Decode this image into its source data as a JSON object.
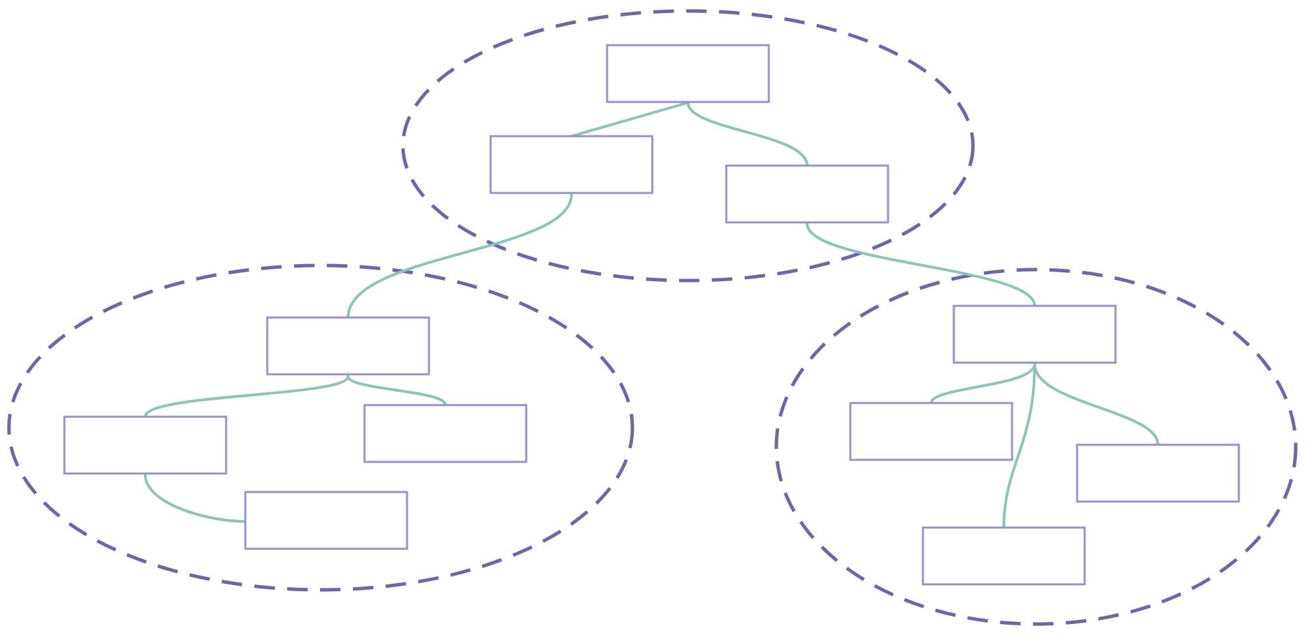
{
  "colors": {
    "group_outline": "#6b68aa",
    "node_border": "#9b90cc",
    "edge": "#8cc4b6",
    "background": "#ffffff"
  },
  "groups": [
    {
      "id": "top"
    },
    {
      "id": "left"
    },
    {
      "id": "right"
    }
  ],
  "nodes": [
    {
      "id": "n1",
      "group": "top",
      "label": ""
    },
    {
      "id": "n2",
      "group": "top",
      "label": ""
    },
    {
      "id": "n3",
      "group": "top",
      "label": ""
    },
    {
      "id": "n4",
      "group": "left",
      "label": ""
    },
    {
      "id": "n5",
      "group": "left",
      "label": ""
    },
    {
      "id": "n6",
      "group": "left",
      "label": ""
    },
    {
      "id": "n7",
      "group": "left",
      "label": ""
    },
    {
      "id": "n8",
      "group": "right",
      "label": ""
    },
    {
      "id": "n9",
      "group": "right",
      "label": ""
    },
    {
      "id": "n10",
      "group": "right",
      "label": ""
    },
    {
      "id": "n11",
      "group": "right",
      "label": ""
    }
  ],
  "edges": [
    {
      "from": "n1",
      "to": "n2"
    },
    {
      "from": "n1",
      "to": "n3"
    },
    {
      "from": "n2",
      "to": "n4"
    },
    {
      "from": "n3",
      "to": "n8"
    },
    {
      "from": "n4",
      "to": "n5"
    },
    {
      "from": "n4",
      "to": "n6"
    },
    {
      "from": "n5",
      "to": "n7"
    },
    {
      "from": "n8",
      "to": "n9"
    },
    {
      "from": "n8",
      "to": "n10"
    },
    {
      "from": "n8",
      "to": "n11"
    }
  ]
}
